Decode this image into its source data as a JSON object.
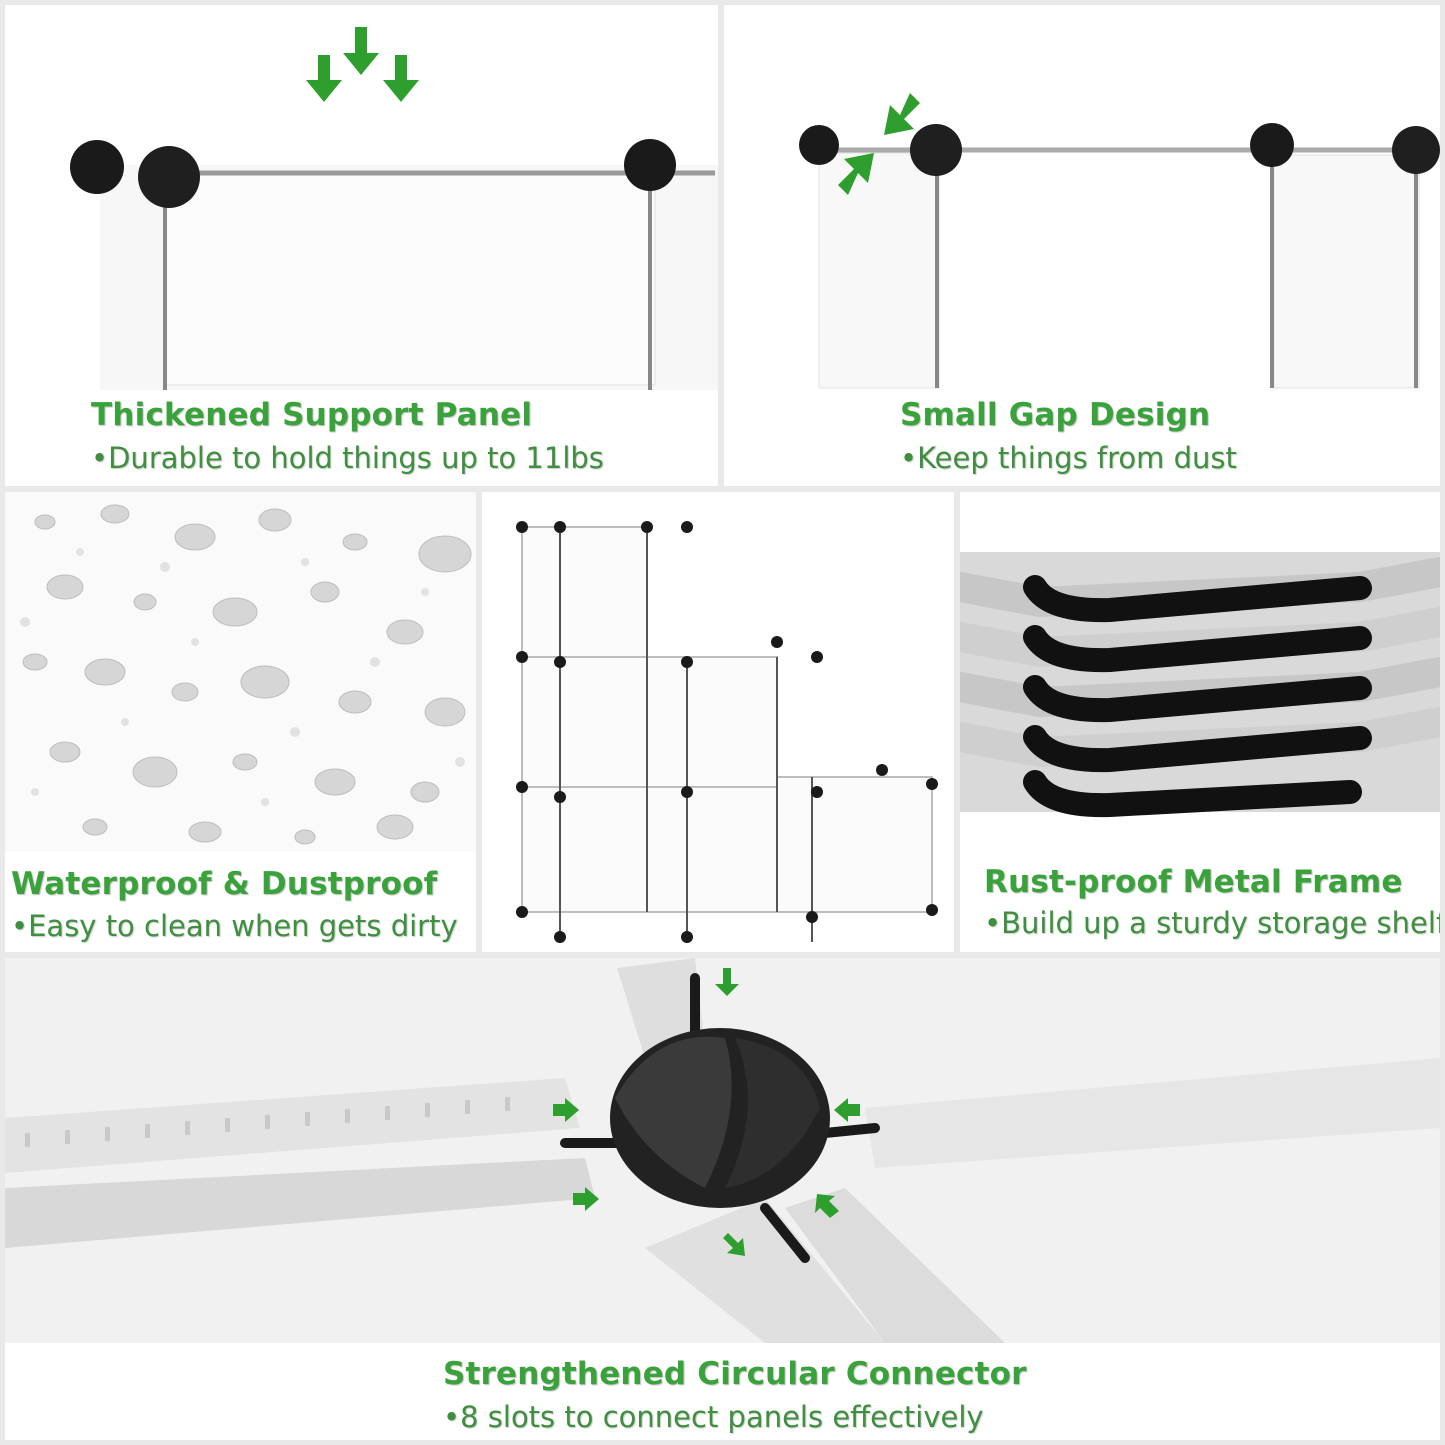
{
  "panels": {
    "support": {
      "title": "Thickened Support Panel",
      "subtitle": "•Durable to hold things up to 11lbs"
    },
    "gap": {
      "title": "Small Gap Design",
      "subtitle": "•Keep things from dust"
    },
    "waterproof": {
      "title": "Waterproof & Dustproof",
      "subtitle": "•Easy to clean when gets dirty"
    },
    "metal": {
      "title": "Rust-proof Metal Frame",
      "subtitle": "•Build up a sturdy storage shelf"
    },
    "connector": {
      "title": "Strengthened Circular Connector",
      "subtitle": "•8 slots to connect panels effectively"
    }
  },
  "colors": {
    "accent_green": "#3aa23a",
    "frame_black": "#1a1a1a",
    "panel_white": "#ffffff"
  }
}
